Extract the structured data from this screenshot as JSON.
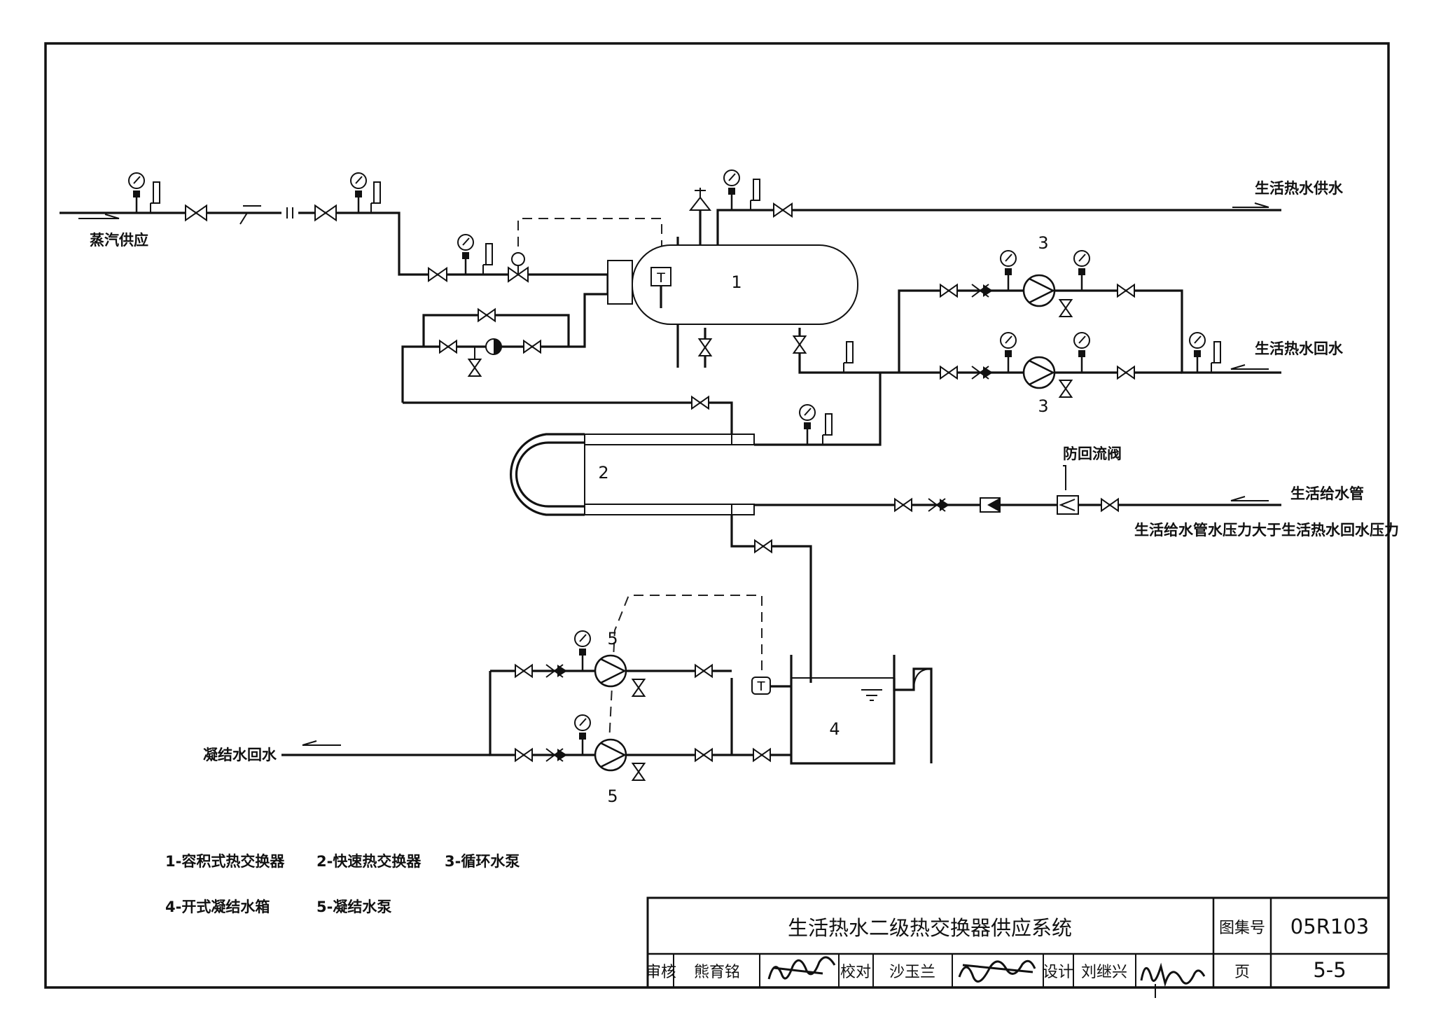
{
  "labels": {
    "steam_supply": "蒸汽供应",
    "hot_water_supply": "生活热水供水",
    "hot_water_return": "生活热水回水",
    "domestic_water_main": "生活给水管",
    "pressure_note": "生活给水管水压力大于生活热水回水压力",
    "backflow_preventer": "防回流阀",
    "condensate_return": "凝结水回水"
  },
  "equipment_numbers": {
    "vessel": "1",
    "exchanger": "2",
    "pump_upper": "3",
    "pump_lower": "3",
    "tank": "4",
    "pump5_upper": "5",
    "pump5_lower": "5"
  },
  "temp_symbol": "T",
  "legend": {
    "item1": "1-容积式热交换器",
    "item2": "2-快速热交换器",
    "item3": "3-循环水泵",
    "item4": "4-开式凝结水箱",
    "item5": "5-凝结水泵"
  },
  "title_block": {
    "title": "生活热水二级热交换器供应系统",
    "atlas_label": "图集号",
    "atlas_no": "05R103",
    "review_label": "审核",
    "reviewer": "熊育铭",
    "check_label": "校对",
    "checker": "沙玉兰",
    "design_label": "设计",
    "designer": "刘继兴",
    "page_label": "页",
    "page_no": "5-5"
  }
}
